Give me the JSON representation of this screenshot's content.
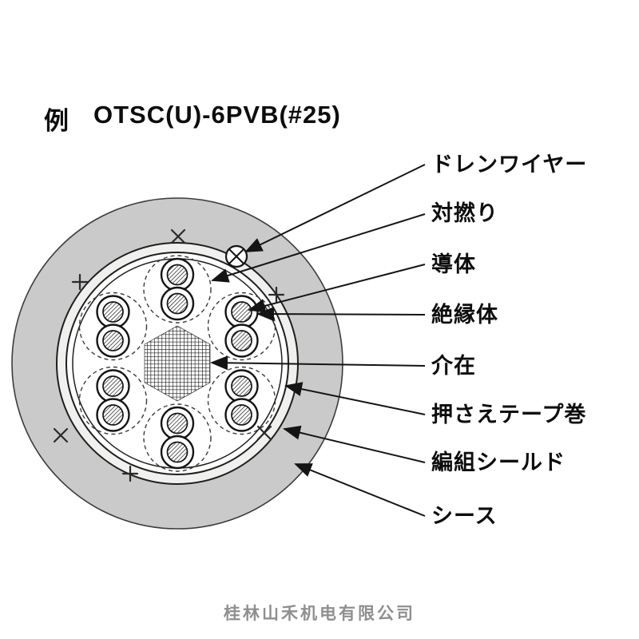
{
  "title": {
    "example": "例",
    "code": "OTSC(U)-6PVB(#25)"
  },
  "diagram": {
    "type": "cable-cross-section",
    "labels": [
      {
        "text": "ドレンワイヤー",
        "meaning": "drain wire"
      },
      {
        "text": "対撚り",
        "meaning": "twisted pair"
      },
      {
        "text": "導体",
        "meaning": "conductor"
      },
      {
        "text": "絶縁体",
        "meaning": "insulation"
      },
      {
        "text": "介在",
        "meaning": "filler"
      },
      {
        "text": "押さえテープ巻",
        "meaning": "binding tape wrap"
      },
      {
        "text": "編組シールド",
        "meaning": "braided shield"
      },
      {
        "text": "シース",
        "meaning": "sheath"
      }
    ],
    "pair_count": 6,
    "colors": {
      "sheath_gray": "#c9cac9",
      "shield_ring": "#f0f0ee",
      "line_black": "#141414",
      "background": "#ffffff"
    }
  },
  "watermark": "桂林山禾机电有限公司"
}
